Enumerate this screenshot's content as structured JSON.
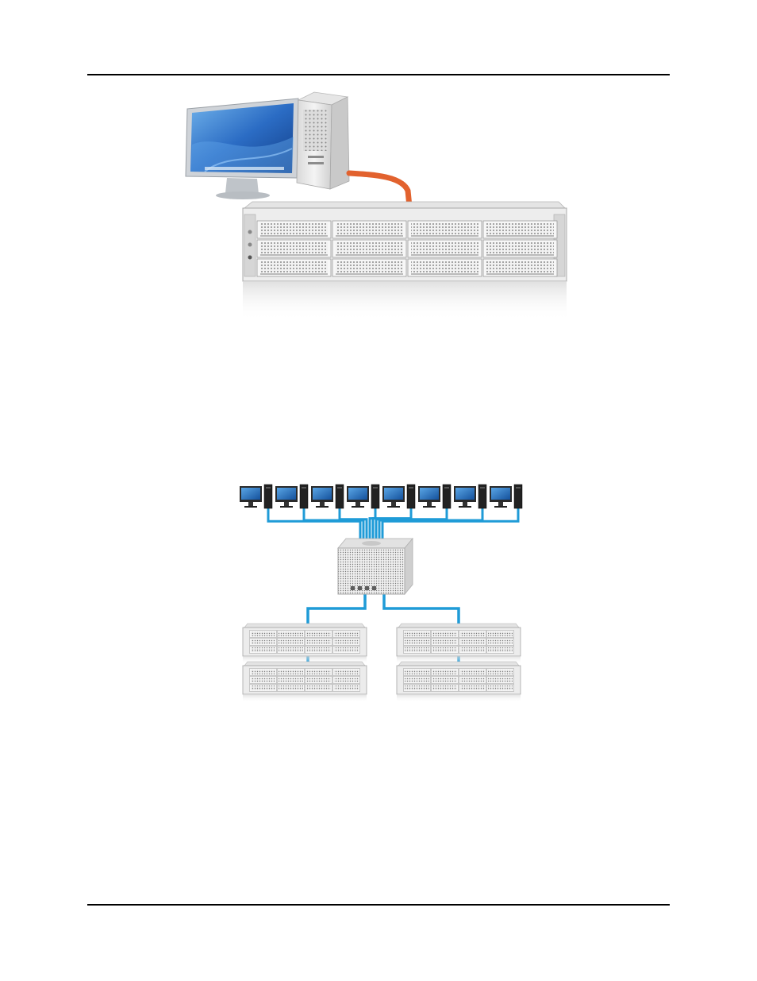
{
  "document": {
    "header_rule": "horizontal-rule",
    "footer_rule": "horizontal-rule"
  },
  "figures": [
    {
      "name": "direct-attached-setup",
      "depicts": [
        "computer-monitor-icon",
        "tower-computer-icon",
        "rackmount-raid-icon"
      ],
      "colors": {
        "cable": "#e2622e",
        "screen": "#2b6cc4",
        "chassis": "#e9e9e9"
      },
      "raid_bays": {
        "rows": 3,
        "columns": 4
      }
    },
    {
      "name": "shared-storage-network",
      "colors": {
        "cable": "#1f9bd7",
        "workstation_screen": "#1c6fbf",
        "chassis": "#ececec"
      },
      "workstations": 8,
      "switch_ports": 4,
      "raid_units": 4,
      "raid_bays": {
        "rows": 3,
        "columns": 4
      }
    }
  ]
}
